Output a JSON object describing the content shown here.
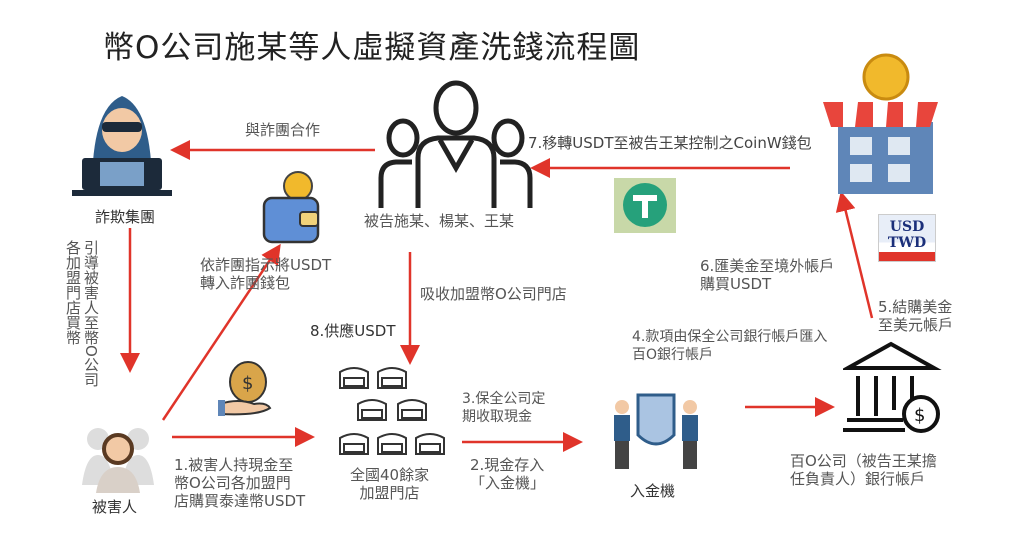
{
  "title": "幣O公司施某等人虛擬資產洗錢流程圖",
  "nodes": {
    "fraud_group": "詐欺集團",
    "defendants": "被告施某、楊某、王某",
    "victim": "被害人",
    "stores": [
      "全國40餘家",
      "加盟門店"
    ],
    "atm": "入金機",
    "bank": [
      "百O公司（被告王某擔",
      "任負責人）銀行帳戶"
    ]
  },
  "icons": {
    "usd_twd": [
      "USD",
      "TWD"
    ]
  },
  "labels": {
    "cooperate": "與詐團合作",
    "transfer_wallet": [
      "依詐團指示將USDT",
      "轉入詐團錢包"
    ],
    "guide_col1": "引導被害人至幣O公司",
    "guide_col2": "各加盟門店買幣",
    "absorb": "吸收加盟幣O公司門店",
    "step1": [
      "1.被害人持現金至",
      "幣O公司各加盟門",
      "店購買泰達幣USDT"
    ],
    "step2": [
      "2.現金存入",
      "「入金機」"
    ],
    "step3": [
      "3.保全公司定",
      "期收取現金"
    ],
    "step4": [
      "4.款項由保全公司銀行帳戶匯入",
      "百O銀行帳戶"
    ],
    "step5": [
      "5.結購美金",
      "至美元帳戶"
    ],
    "step6": [
      "6.匯美金至境外帳戶",
      "購買USDT"
    ],
    "step7": "7.移轉USDT至被告王某控制之CoinW錢包",
    "step8": "8.供應USDT"
  },
  "colors": {
    "arrow": "#e0342a",
    "icon_blue": "#2f5d8a"
  }
}
